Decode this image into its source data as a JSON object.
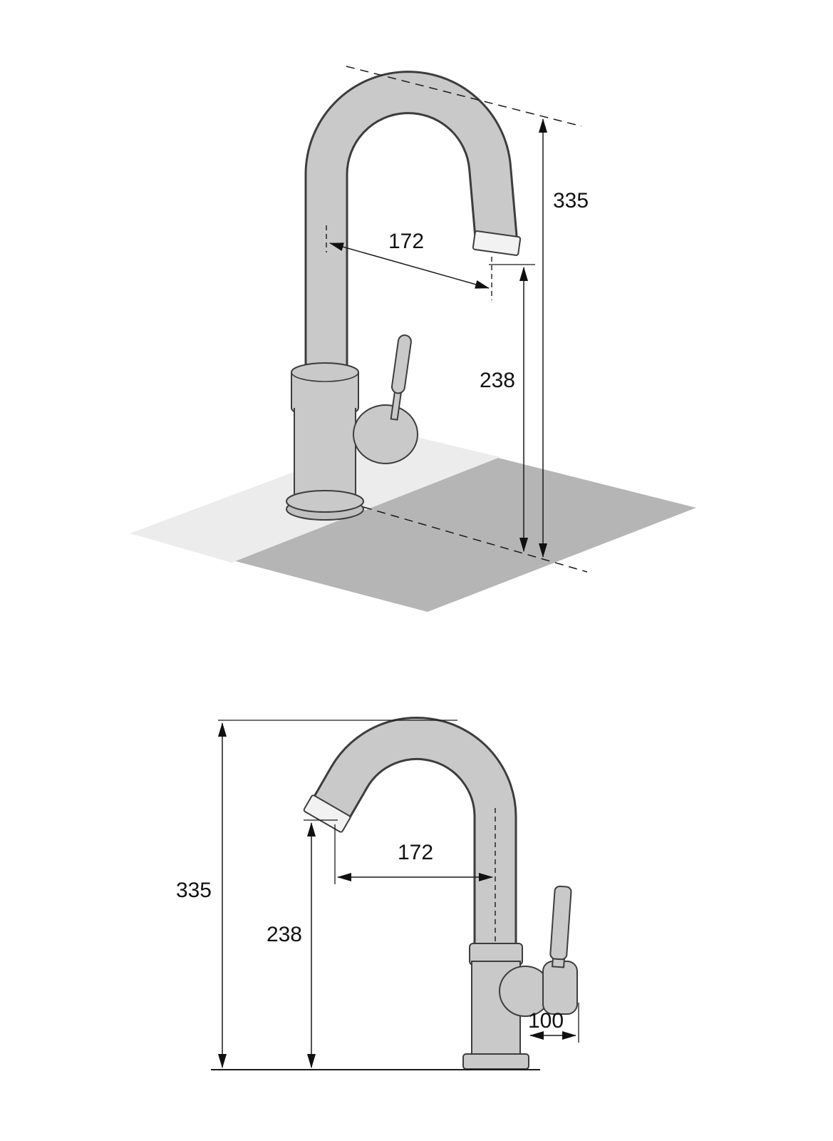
{
  "meta": {
    "type": "technical-dimension-drawing",
    "subject": "single-lever kitchen mixer tap with high arc swivel spout",
    "background": "#ffffff"
  },
  "colors": {
    "outline": "#3d3d3d",
    "body": "#c9c9c9",
    "spout_tip": "#f2f2f2",
    "counter_light": "#ececec",
    "counter_dark": "#b5b5b5",
    "dimension": "#1a1a1a"
  },
  "views": {
    "perspective": {
      "name": "perspective-view",
      "dims": {
        "total_height": "335",
        "spout_reach": "172",
        "spout_height": "238"
      }
    },
    "side": {
      "name": "side-elevation-view",
      "dims": {
        "total_height": "335",
        "spout_reach": "172",
        "spout_height": "238",
        "base_depth": "100"
      }
    }
  }
}
